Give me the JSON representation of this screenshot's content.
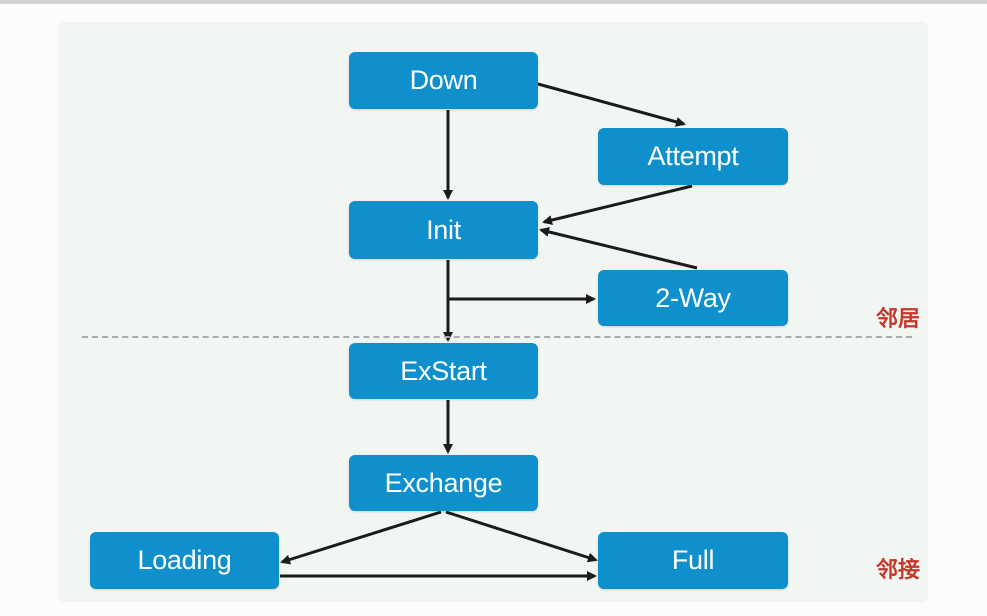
{
  "states": {
    "down": "Down",
    "attempt": "Attempt",
    "init": "Init",
    "two_way": "2-Way",
    "exstart": "ExStart",
    "exchange": "Exchange",
    "loading": "Loading",
    "full": "Full"
  },
  "zone_labels": {
    "neighbor": "邻居",
    "adjacency": "邻接"
  },
  "colors": {
    "box_fill": "#0f8fcb",
    "box_text": "#ffffff",
    "arrow": "#1b1b1b",
    "zone_label": "#c3382b",
    "divider": "#a9adb0"
  }
}
